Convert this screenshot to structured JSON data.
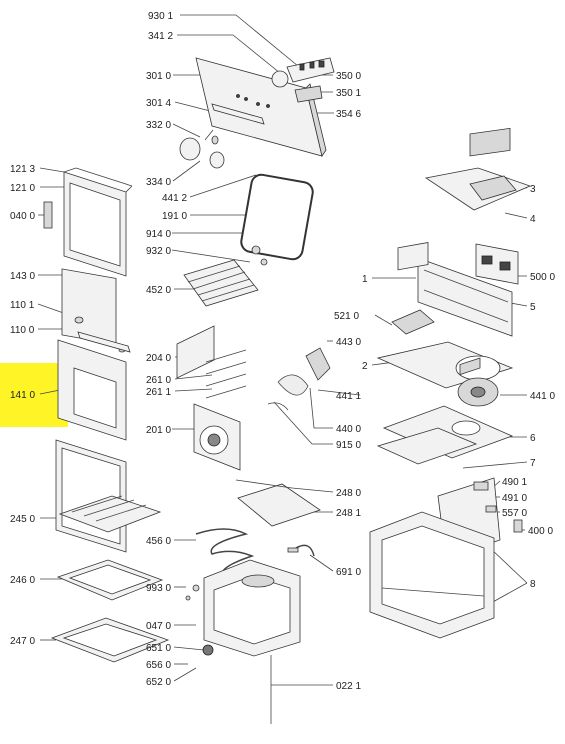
{
  "highlight_color": "#fff200",
  "callouts": {
    "p9301": "930 1",
    "p3412": "341 2",
    "p3010": "301 0",
    "p3014": "301 4",
    "p3320": "332 0",
    "p3340": "334 0",
    "p4412": "441 2",
    "p1910": "191 0",
    "p9140": "914 0",
    "p9320": "932 0",
    "p4520": "452 0",
    "p2040": "204 0",
    "p2610": "261 0",
    "p2611": "261 1",
    "p2010": "201 0",
    "p3500": "350 0",
    "p3501": "350 1",
    "p3546": "354 6",
    "p1213": "121 3",
    "p1210": "121 0",
    "p0400": "040 0",
    "p1430": "143 0",
    "p1101": "110 1",
    "p1100": "110 0",
    "p1410": "141 0",
    "p2450": "245 0",
    "p2460": "246 0",
    "p2470": "247 0",
    "p4560": "456 0",
    "p9930": "993 0",
    "p0470": "047 0",
    "p6510": "651 0",
    "p6560": "656 0",
    "p6520": "652 0",
    "p0221": "022 1",
    "p6910": "691 0",
    "p2480": "248 0",
    "p2481": "248 1",
    "p4430": "443 0",
    "p5210": "521 0",
    "p4411": "441 1",
    "p4400": "440 0",
    "p9150": "915 0",
    "p3": "3",
    "p4": "4",
    "p5000": "500 0",
    "p1": "1",
    "p5": "5",
    "p2": "2",
    "p4410": "441 0",
    "p6": "6",
    "p7": "7",
    "p4901": "490 1",
    "p4910": "491 0",
    "p5570": "557 0",
    "p4000": "400 0",
    "p8": "8"
  }
}
